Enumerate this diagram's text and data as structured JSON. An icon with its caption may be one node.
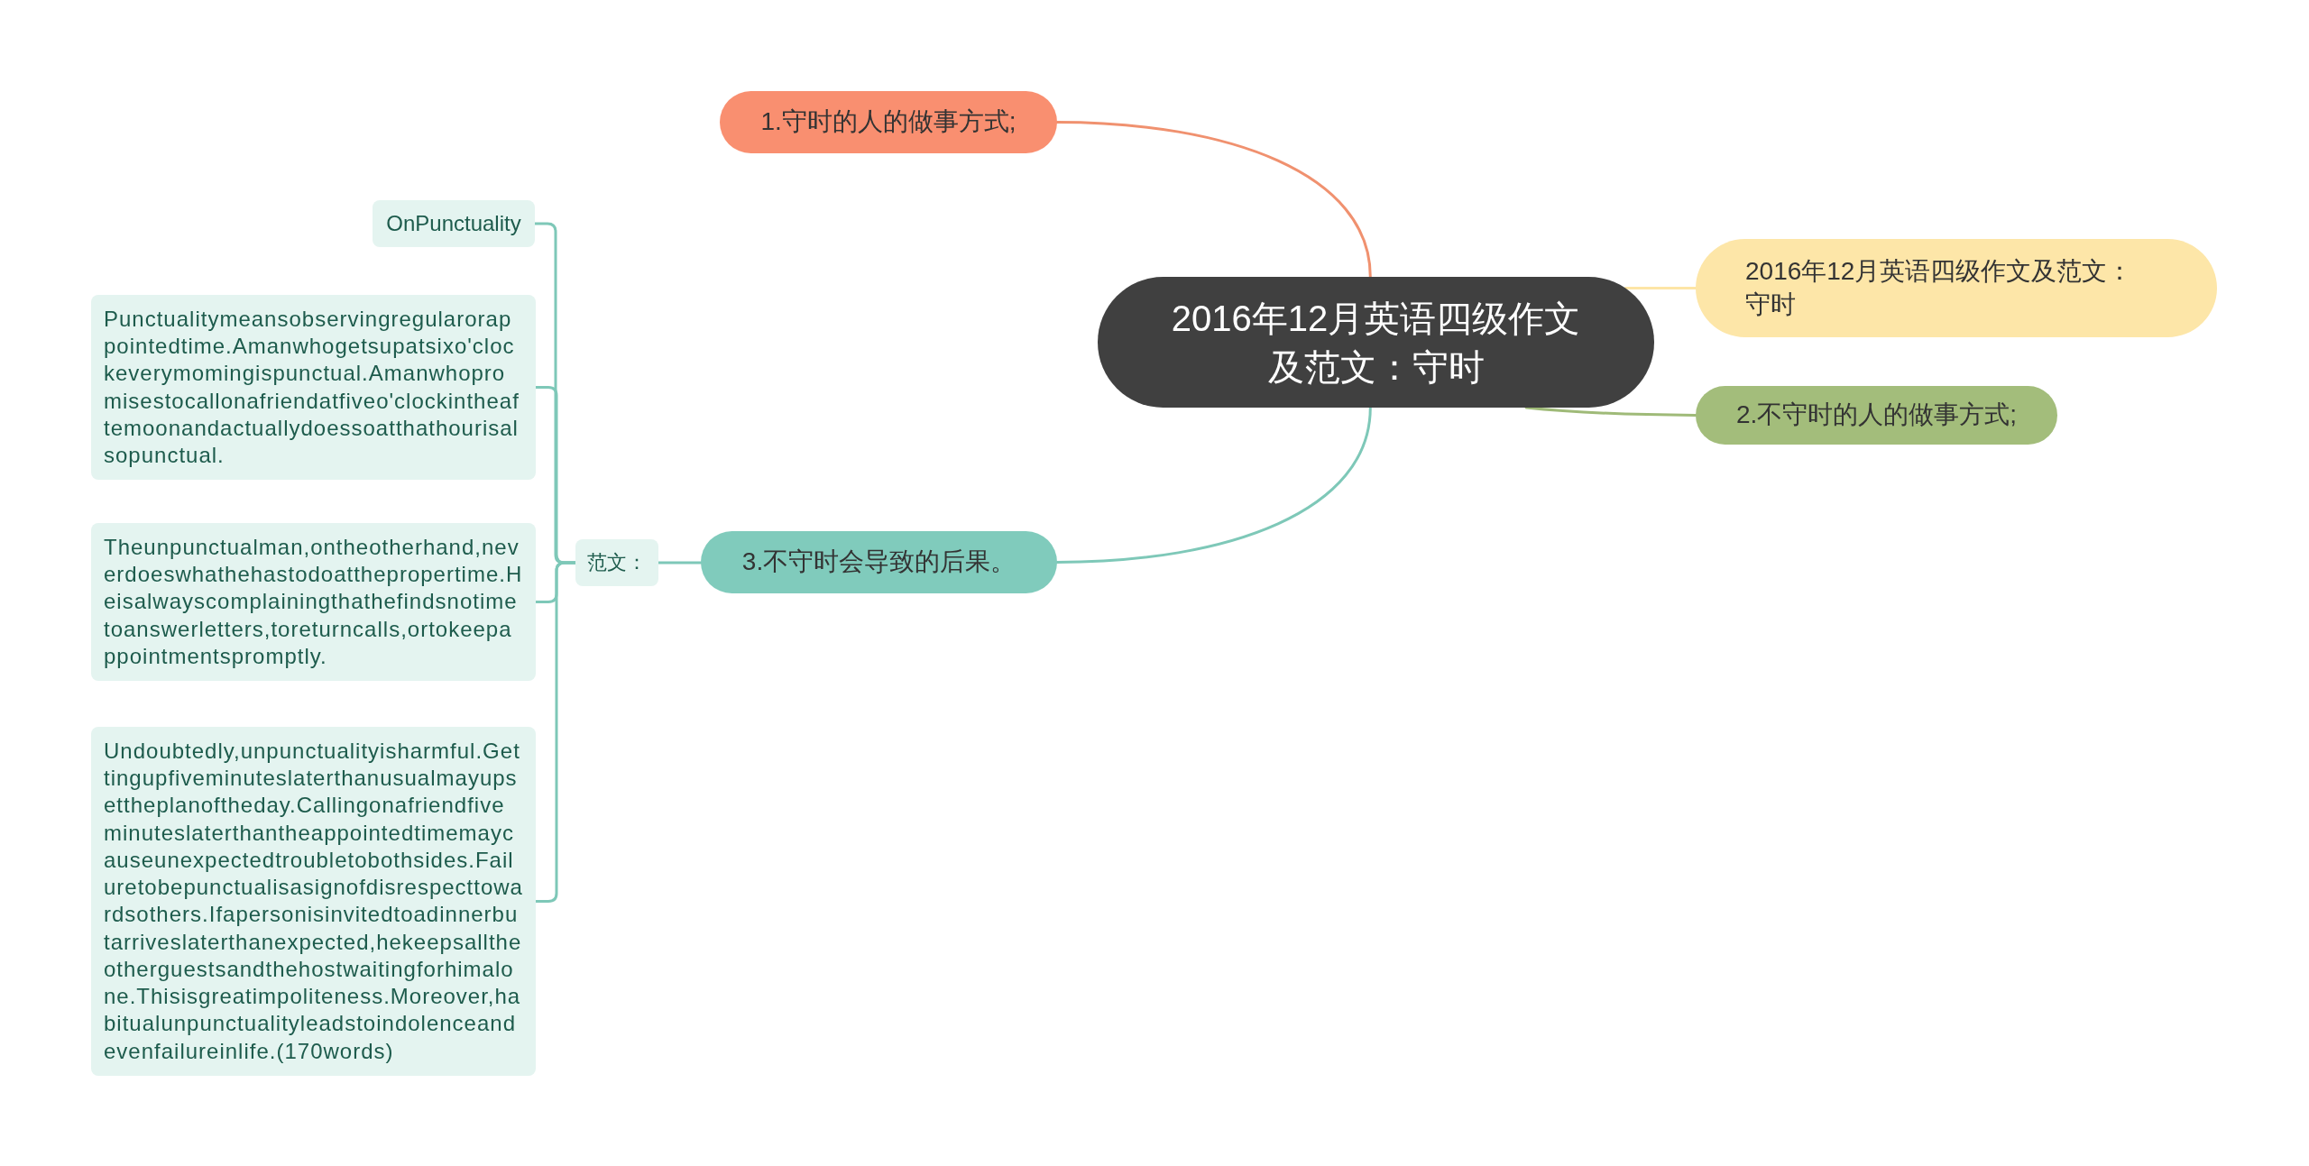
{
  "diagram": {
    "nodes": [
      {
        "text": [
          "2016年12月英语四级作文及范文：守时"
        ]
      },
      {
        "text": [
          "1.守时的人的做事方式;"
        ]
      },
      {
        "text": [
          "2016年12月英语四级作文及范文：守时"
        ]
      },
      {
        "text": [
          "2.不守时的人的做事方式;"
        ]
      },
      {
        "text": [
          "3.不守时会导致的后果。"
        ]
      },
      {
        "text": [
          "范文："
        ]
      },
      {
        "text": [
          "OnPunctuality"
        ]
      },
      {
        "text": [
          "Punctualitymeansobservingregularorappointedtime.Amanwhogetsupatsixo'clockeverymomingispunctual.Amanwhopromisestocallonafriendatfiveo'clockintheaftemoonandactuallydoessoatthathourisalsopunctual."
        ]
      },
      {
        "text": [
          "Theunpunctualman,ontheotherhand,neverdoeswhathehastodoatthepropertime.Heisalwayscomplainingthathefindsnotimetoanswerletters,toreturncalls,ortokeepappointmentspromptly."
        ]
      },
      {
        "text": [
          "Undoubtedly,unpunctualityisharmful.Gettingupfiveminuteslaterthanusualmayupsettheplanoftheday.Callingonafriendfiveminuteslaterthantheappointedtimemaycauseunexpectedtroubletobothsides.Failuretobepunctualisasignofdisrespecttowardsothers.Ifapersonisinvitedtoadinnerbutarriveslaterthanexpected,hekeepsalltheotherguestsandthehostwaitingforhimalone.Thisisgreatimpoliteness.Moreover,habitualunpunctualityleadstoindolenceandevenfailureinlife.(170words)"
        ]
      }
    ],
    "edges": [
      {
        "from": 0,
        "to": 1,
        "arrow": "none",
        "color": "#f0916f"
      },
      {
        "from": 0,
        "to": 2,
        "arrow": "none",
        "color": "#fde5a6"
      },
      {
        "from": 0,
        "to": 3,
        "arrow": "none",
        "color": "#9fba78"
      },
      {
        "from": 0,
        "to": 4,
        "arrow": "none"
      },
      {
        "from": 4,
        "to": 5,
        "arrow": "none"
      },
      {
        "from": 5,
        "to": 6,
        "arrow": "none"
      },
      {
        "from": 5,
        "to": 7,
        "arrow": "none"
      },
      {
        "from": 5,
        "to": 8,
        "arrow": "none"
      },
      {
        "from": 5,
        "to": 9,
        "arrow": "none"
      }
    ]
  }
}
